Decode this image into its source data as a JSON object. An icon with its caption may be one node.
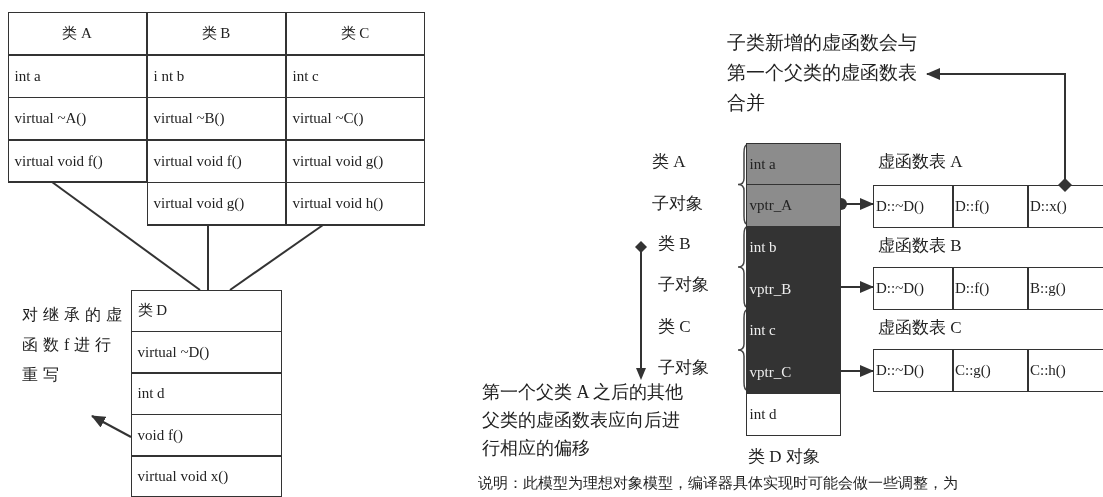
{
  "diagram": {
    "caption": "说明：此模型为理想对象模型，编译器具体实现时可能会做一些调整，为",
    "nodes": [
      {
        "text": [
          "类 A",
          "int a",
          "virtual ~A()",
          "virtual void f()"
        ]
      },
      {
        "text": [
          "类 B",
          "i nt b",
          "virtual ~B()",
          "virtual void f()",
          "virtual void g()"
        ]
      },
      {
        "text": [
          "类 C",
          "int c",
          "virtual ~C()",
          "virtual void g()",
          "virtual void h()"
        ]
      },
      {
        "text": [
          "类 D",
          "virtual ~D()",
          "int d",
          "void f()",
          "virtual void x()"
        ]
      },
      {
        "text": [
          "对继承的虚函数f进行重写"
        ]
      },
      {
        "text": [
          "子类新增的虚函数会与第一个父类的虚函数表合并"
        ]
      },
      {
        "text": [
          "int a",
          "vptr_A",
          "int b",
          "vptr_B",
          "int c",
          "vptr_C",
          "int d"
        ],
        "beside": [
          "类 D 对象"
        ]
      },
      {
        "text": [
          "虚函数表 A",
          "D::~D()",
          "D::f()",
          "D::x()"
        ]
      },
      {
        "text": [
          "虚函数表 B",
          "D::~D()",
          "D::f()",
          "B::g()"
        ]
      },
      {
        "text": [
          "虚函数表 C",
          "D::~D()",
          "C::g()",
          "C::h()"
        ]
      },
      {
        "text": [
          "第一个父类 A 之后的其他父类的虚函数表应向后进行相应的偏移"
        ]
      }
    ],
    "edges": [
      {
        "from": 0,
        "to": 3,
        "arrow": "none"
      },
      {
        "from": 1,
        "to": 3,
        "arrow": "none"
      },
      {
        "from": 2,
        "to": 3,
        "arrow": "none"
      },
      {
        "from": 3,
        "to": 4,
        "arrow": "to"
      },
      {
        "from": 6,
        "to": 7,
        "arrow": "to"
      },
      {
        "from": 6,
        "to": 8,
        "arrow": "to"
      },
      {
        "from": 6,
        "to": 9,
        "arrow": "to"
      },
      {
        "from": 7,
        "to": 5,
        "arrow": "to"
      }
    ],
    "labels": [
      "类 A",
      "子对象",
      "类 B",
      "子对象",
      "类 C",
      "子对象"
    ]
  }
}
